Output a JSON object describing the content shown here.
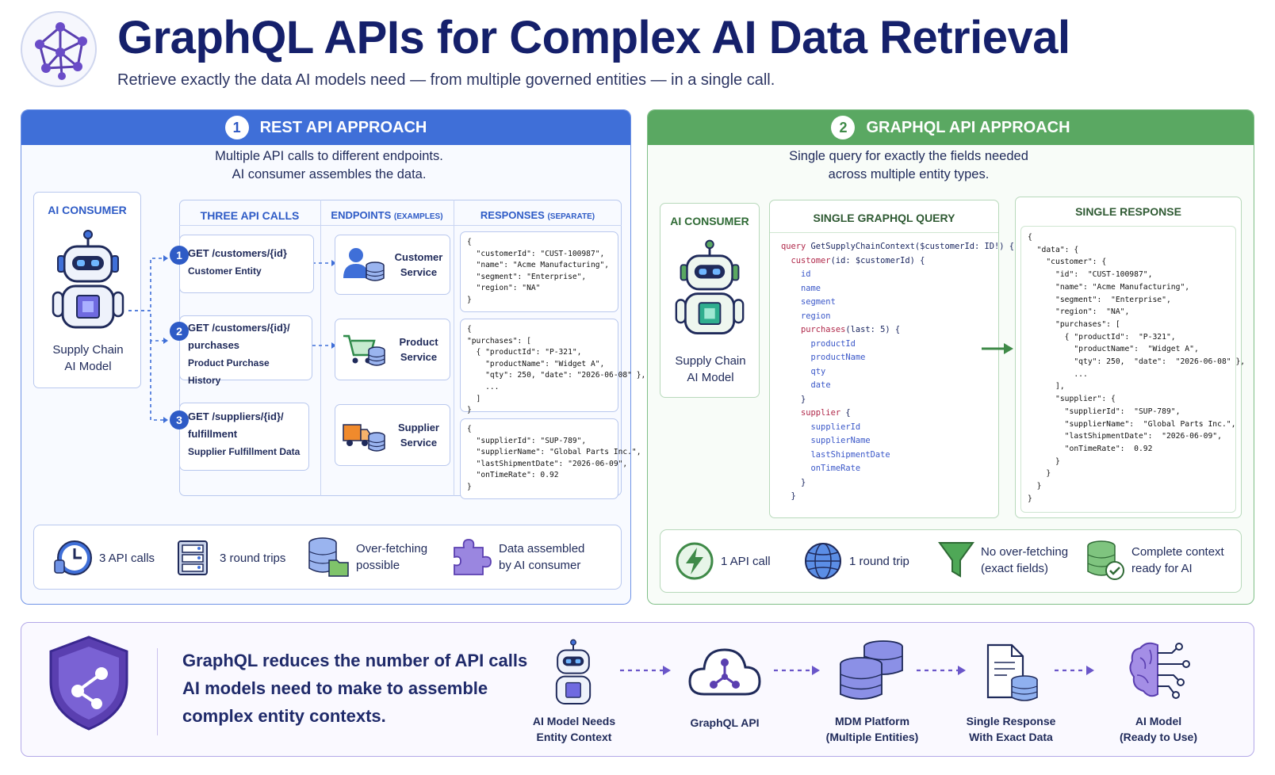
{
  "header": {
    "title": "GraphQL APIs for Complex AI Data Retrieval",
    "subtitle": "Retrieve exactly the data AI models need — from multiple governed entities — in a single call.",
    "logo_icon": "graph-network-icon"
  },
  "rest": {
    "number": "1",
    "title": "REST API APPROACH",
    "desc_line1": "Multiple API calls to different endpoints.",
    "desc_line2": "AI consumer assembles the data.",
    "consumer_label": "AI CONSUMER",
    "consumer_name_line1": "Supply Chain",
    "consumer_name_line2": "AI Model",
    "col_calls": "THREE API CALLS",
    "col_endpoints": "ENDPOINTS",
    "col_endpoints_note": "(EXAMPLES)",
    "col_responses": "RESPONSES",
    "col_responses_note": "(SEPARATE)",
    "calls": [
      {
        "n": "1",
        "line1": "GET /customers/{id}",
        "line2": "Customer Entity",
        "line3": ""
      },
      {
        "n": "2",
        "line1": "GET /customers/{id}/",
        "line2": "purchases",
        "line3": "Product Purchase History"
      },
      {
        "n": "3",
        "line1": "GET /suppliers/{id}/",
        "line2": "fulfillment",
        "line3": "Supplier Fulfillment Data"
      }
    ],
    "endpoints": [
      {
        "line1": "Customer",
        "line2": "Service",
        "icon": "user-database-icon"
      },
      {
        "line1": "Product",
        "line2": "Service",
        "icon": "cart-database-icon"
      },
      {
        "line1": "Supplier",
        "line2": "Service",
        "icon": "truck-database-icon"
      }
    ],
    "responses": [
      "{\n  \"customerId\": \"CUST-100987\",\n  \"name\": \"Acme Manufacturing\",\n  \"segment\": \"Enterprise\",\n  \"region\": \"NA\"\n}",
      "{\n\"purchases\": [\n  { \"productId\": \"P-321\",\n    \"productName\": \"Widget A\",\n    \"qty\": 250, \"date\": \"2026-06-08\" },\n    ...\n  ]\n}",
      "{\n  \"supplierId\": \"SUP-789\",\n  \"supplierName\": \"Global Parts Inc.\",\n  \"lastShipmentDate\": \"2026-06-09\",\n  \"onTimeRate\": 0.92\n}"
    ],
    "stats": [
      {
        "line1": "3 API calls",
        "line2": "",
        "icon": "clock-icon"
      },
      {
        "line1": "3 round trips",
        "line2": "",
        "icon": "server-icon"
      },
      {
        "line1": "Over-fetching",
        "line2": "possible",
        "icon": "database-folder-icon"
      },
      {
        "line1": "Data assembled",
        "line2": "by AI consumer",
        "icon": "puzzle-icon"
      }
    ]
  },
  "gql": {
    "number": "2",
    "title": "GRAPHQL API APPROACH",
    "desc_line1": "Single query for exactly the fields needed",
    "desc_line2": "across multiple entity types.",
    "consumer_label": "AI CONSUMER",
    "consumer_name_line1": "Supply Chain",
    "consumer_name_line2": "AI Model",
    "query_title": "SINGLE GRAPHQL QUERY",
    "response_title": "SINGLE RESPONSE",
    "response": "{\n  \"data\": {\n    \"customer\": {\n      \"id\":  \"CUST-100987\",\n      \"name\": \"Acme Manufacturing\",\n      \"segment\":  \"Enterprise\",\n      \"region\":  \"NA\",\n      \"purchases\": [\n        { \"productId\":  \"P-321\",\n          \"productName\":  \"Widget A\",\n          \"qty\": 250,  \"date\":  \"2026-06-08\" },\n          ...\n      ],\n      \"supplier\": {\n        \"supplierId\":  \"SUP-789\",\n        \"supplierName\":  \"Global Parts Inc.\",\n        \"lastShipmentDate\":  \"2026-06-09\",\n        \"onTimeRate\":  0.92\n      }\n    }\n  }\n}",
    "stats": [
      {
        "line1": "1 API call",
        "line2": "",
        "icon": "lightning-icon"
      },
      {
        "line1": "1 round trip",
        "line2": "",
        "icon": "globe-icon"
      },
      {
        "line1": "No over-fetching",
        "line2": "(exact fields)",
        "icon": "funnel-icon"
      },
      {
        "line1": "Complete context",
        "line2": "ready for AI",
        "icon": "database-check-icon"
      }
    ]
  },
  "bottom": {
    "message_line1": "GraphQL reduces the number of API calls",
    "message_line2": "AI models need to make to assemble",
    "message_line3": "complex entity contexts.",
    "flow": [
      {
        "line1": "AI Model Needs",
        "line2": "Entity Context",
        "icon": "robot-icon"
      },
      {
        "line1": "GraphQL API",
        "line2": "",
        "icon": "cloud-graph-icon"
      },
      {
        "line1": "MDM Platform",
        "line2": "(Multiple Entities)",
        "icon": "database-stack-icon"
      },
      {
        "line1": "Single Response",
        "line2": "With Exact Data",
        "icon": "document-database-icon"
      },
      {
        "line1": "AI Model",
        "line2": "(Ready to Use)",
        "icon": "brain-circuit-icon"
      }
    ]
  },
  "colors": {
    "rest_accent": "#3f6fd8",
    "gql_accent": "#5aa862",
    "title": "#15206b",
    "bottom_accent": "#6a56c9"
  }
}
